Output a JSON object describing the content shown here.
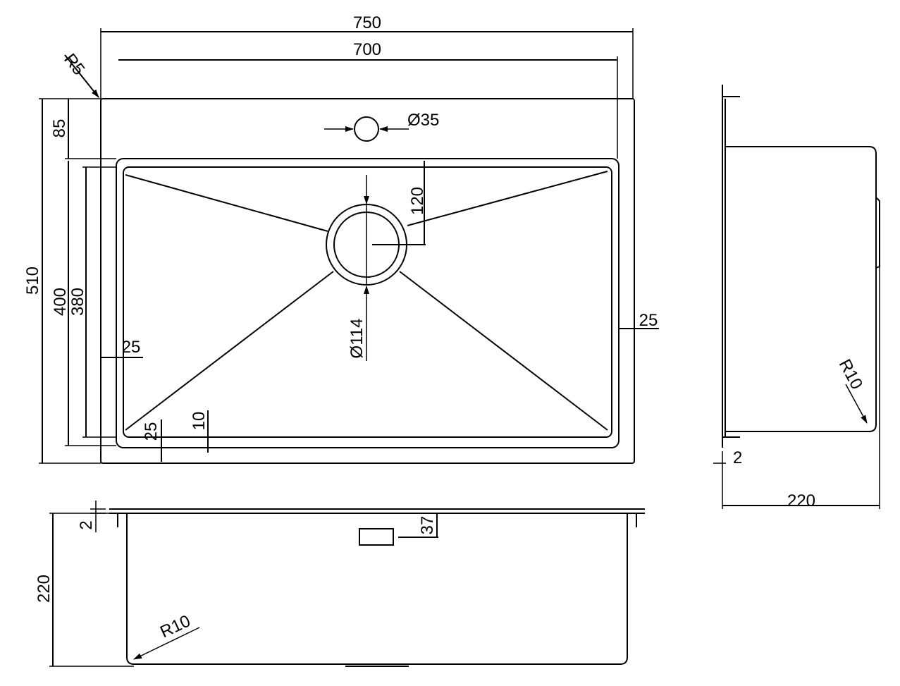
{
  "top_view": {
    "overall_width": "750",
    "inner_width": "700",
    "corner_radius": "R5",
    "overall_depth": "510",
    "deck_depth": "85",
    "tap_hole": "Ø35",
    "drain_offset": "120",
    "drain_diameter": "Ø114",
    "bowl_outer_depth": "400",
    "bowl_inner_depth": "380",
    "left_margin": "25",
    "right_margin": "25",
    "bottom_margin": "25",
    "rim_offset": "10"
  },
  "side_view": {
    "corner_radius": "R10",
    "rim_thickness": "2",
    "depth": "220"
  },
  "front_view": {
    "rim_thickness": "2",
    "overflow_height": "37",
    "depth": "220",
    "corner_radius": "R10"
  },
  "colors": {
    "line": "#000000",
    "background": "#ffffff"
  }
}
